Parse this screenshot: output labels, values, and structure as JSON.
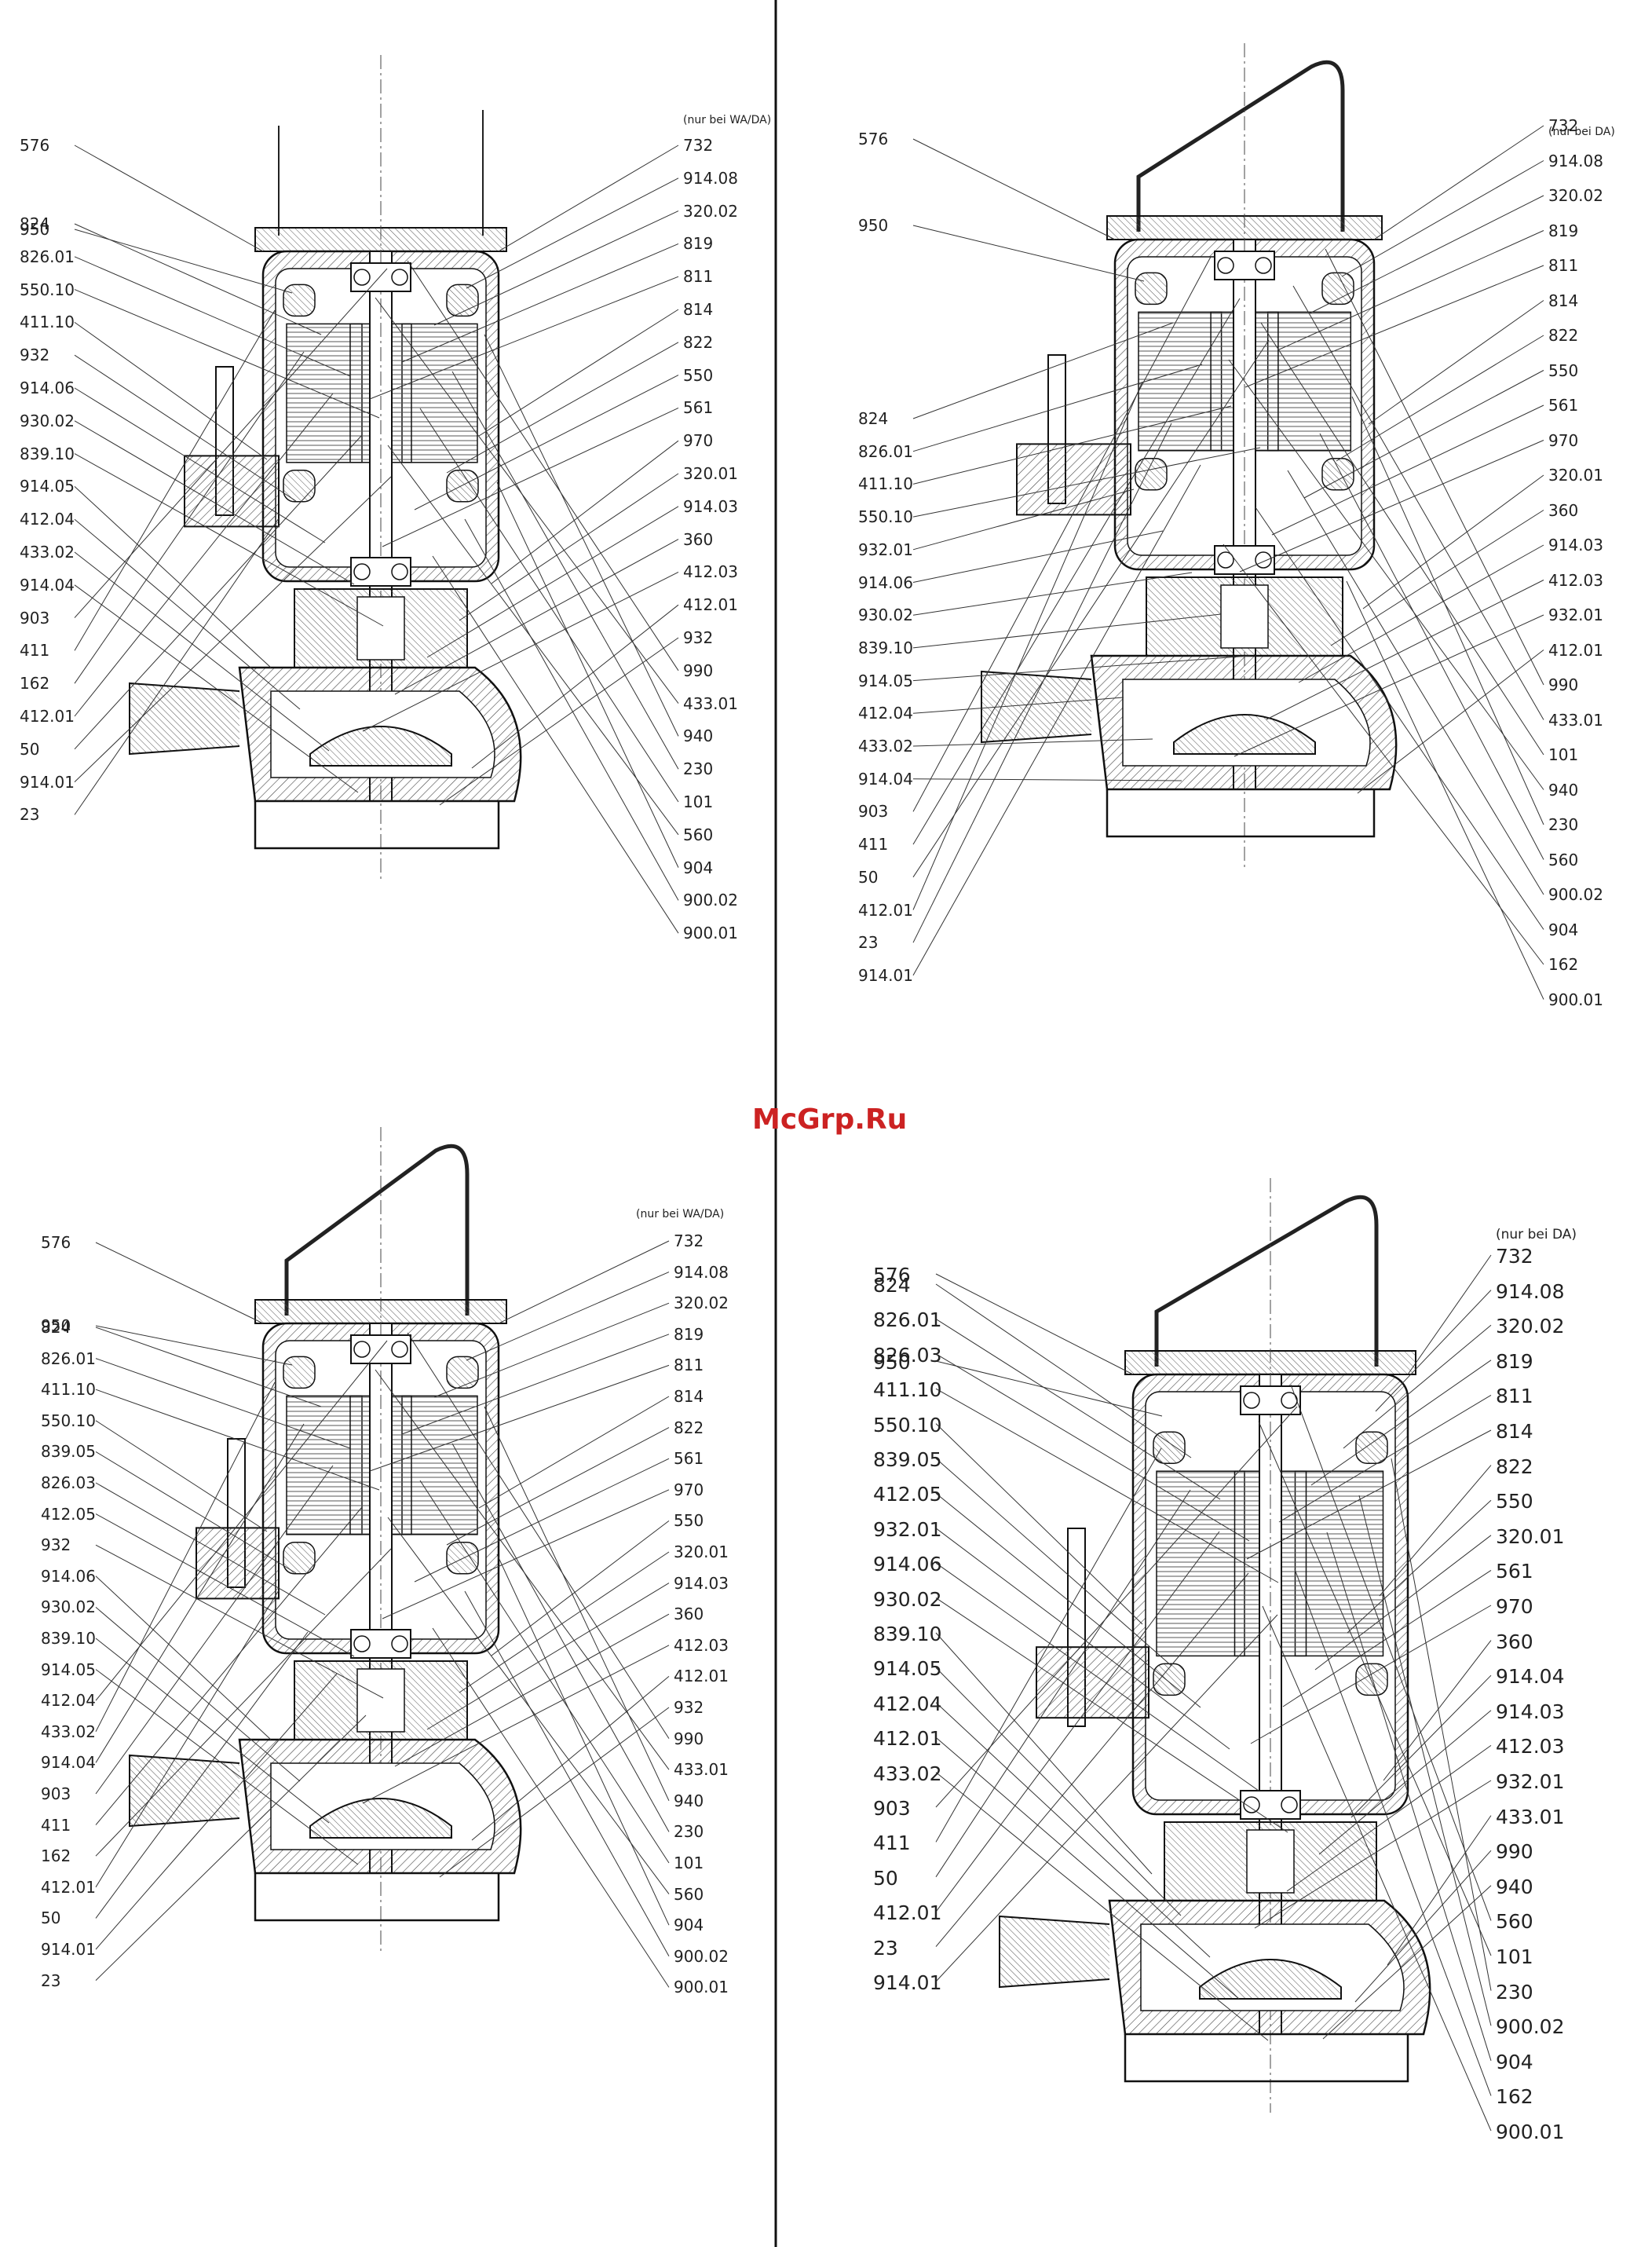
{
  "watermark": "McGrp.Ru",
  "panels": [
    {
      "id": "top-left",
      "note": "(nur bei WA/DA)",
      "left_labels": [
        "576",
        "950",
        "824",
        "826.01",
        "550.10",
        "411.10",
        "932",
        "914.06",
        "930.02",
        "839.10",
        "914.05",
        "412.04",
        "433.02",
        "914.04",
        "903",
        "411",
        "162",
        "412.01",
        "50",
        "914.01",
        "23"
      ],
      "right_labels": [
        "732",
        "914.08",
        "320.02",
        "819",
        "811",
        "814",
        "822",
        "550",
        "561",
        "970",
        "320.01",
        "914.03",
        "360",
        "412.03",
        "412.01",
        "932",
        "990",
        "433.01",
        "940",
        "230",
        "101",
        "560",
        "904",
        "900.02",
        "900.01"
      ]
    },
    {
      "id": "top-right",
      "note": "(nur bei DA)",
      "left_labels": [
        "576",
        "950",
        "824",
        "826.01",
        "411.10",
        "550.10",
        "932.01",
        "914.06",
        "930.02",
        "839.10",
        "914.05",
        "412.04",
        "433.02",
        "914.04",
        "903",
        "411",
        "50",
        "412.01",
        "23",
        "914.01"
      ],
      "right_labels": [
        "732",
        "914.08",
        "320.02",
        "819",
        "811",
        "814",
        "822",
        "550",
        "561",
        "970",
        "320.01",
        "360",
        "914.03",
        "412.03",
        "932.01",
        "412.01",
        "990",
        "433.01",
        "101",
        "940",
        "230",
        "560",
        "900.02",
        "904",
        "162",
        "900.01"
      ]
    },
    {
      "id": "bottom-left",
      "note": "(nur bei WA/DA)",
      "left_labels": [
        "576",
        "950",
        "824",
        "826.01",
        "411.10",
        "550.10",
        "839.05",
        "826.03",
        "412.05",
        "932",
        "914.06",
        "930.02",
        "839.10",
        "914.05",
        "412.04",
        "433.02",
        "914.04",
        "903",
        "411",
        "162",
        "412.01",
        "50",
        "914.01",
        "23"
      ],
      "right_labels": [
        "732",
        "914.08",
        "320.02",
        "819",
        "811",
        "814",
        "822",
        "561",
        "970",
        "550",
        "320.01",
        "914.03",
        "360",
        "412.03",
        "412.01",
        "932",
        "990",
        "433.01",
        "940",
        "230",
        "101",
        "560",
        "904",
        "900.02",
        "900.01"
      ]
    },
    {
      "id": "bottom-right",
      "note": "(nur bei DA)",
      "left_labels": [
        "576",
        "950",
        "824",
        "826.01",
        "826.03",
        "411.10",
        "550.10",
        "839.05",
        "412.05",
        "932.01",
        "914.06",
        "930.02",
        "839.10",
        "914.05",
        "412.04",
        "412.01",
        "433.02",
        "903",
        "411",
        "50",
        "412.01",
        "23",
        "914.01"
      ],
      "right_labels": [
        "732",
        "914.08",
        "320.02",
        "819",
        "811",
        "814",
        "822",
        "550",
        "320.01",
        "561",
        "970",
        "360",
        "914.04",
        "914.03",
        "412.03",
        "932.01",
        "433.01",
        "990",
        "940",
        "560",
        "101",
        "230",
        "900.02",
        "904",
        "162",
        "900.01"
      ]
    }
  ]
}
